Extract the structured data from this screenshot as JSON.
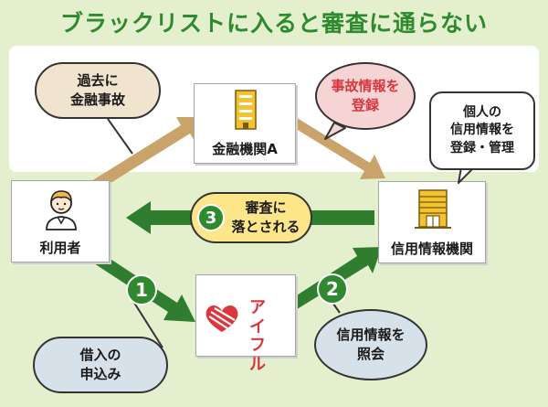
{
  "title": "ブラックリストに入ると審査に通らない",
  "nodes": {
    "user": "利用者",
    "bank": "金融機関A",
    "credit_bureau": "信用情報機関",
    "lender_logo_text": "アイフル"
  },
  "bubbles": {
    "accident": "過去に\n金融事故",
    "register_accident": "事故情報を\n登録",
    "personal_info": "個人の\n信用情報を\n登録・管理",
    "rejected": "審査に\n落とされる",
    "application": "借入の\n申込み",
    "inquiry": "信用情報を\n照会"
  },
  "steps": [
    "1",
    "2",
    "3"
  ],
  "colors": {
    "title": "#2e8a2e",
    "green_arrow": "#2f7d2f",
    "tan_arrow": "#c9a36a",
    "beige_bubble": "#f0e4cf",
    "pink_bubble": "#f7d4d4",
    "blue_bubble": "#d7e1ea",
    "yellow_bubble": "#fde58a",
    "accent_red": "#d9363e"
  },
  "icons": [
    "person-icon",
    "building-icon",
    "office-building-icon",
    "heart-logo-icon"
  ]
}
